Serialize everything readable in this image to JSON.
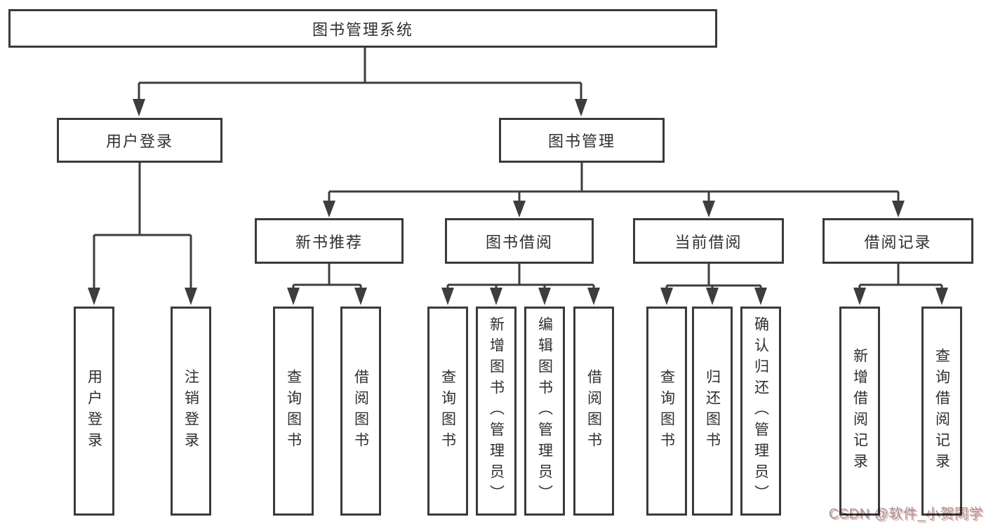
{
  "tree": {
    "root": "图书管理系统",
    "branches": [
      {
        "label": "用户登录",
        "children": [
          "用户登录",
          "注销登录"
        ]
      },
      {
        "label": "图书管理",
        "groups": [
          {
            "label": "新书推荐",
            "children": [
              "查询图书",
              "借阅图书"
            ]
          },
          {
            "label": "图书借阅",
            "children": [
              "查询图书",
              "新增图书（管理员）",
              "编辑图书（管理员）",
              "借阅图书"
            ]
          },
          {
            "label": "当前借阅",
            "children": [
              "查询图书",
              "归还图书",
              "确认归还（管理员）"
            ]
          },
          {
            "label": "借阅记录",
            "children": [
              "新增借阅记录",
              "查询借阅记录"
            ]
          }
        ]
      }
    ]
  },
  "watermark": {
    "text": "CSDN @软件_小贺同学"
  },
  "colors": {
    "line": "#3d3d3d",
    "border": "#3a3a3a",
    "text": "#2f2f2f",
    "background": "#ffffff",
    "watermark_gray": "#9a9a9a",
    "watermark_pink": "#f3a8a8"
  }
}
